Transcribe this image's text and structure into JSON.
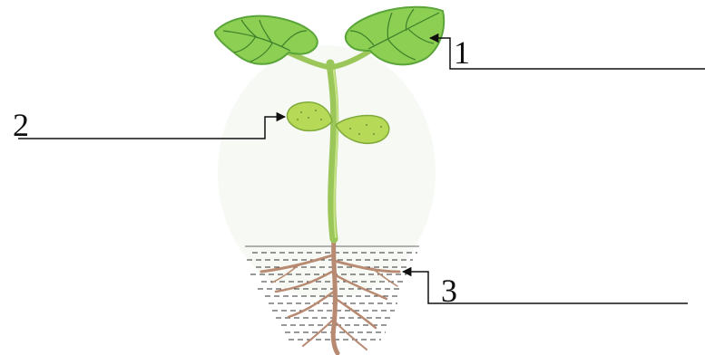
{
  "labels": {
    "one": "1",
    "two": "2",
    "three": "3"
  },
  "parts": {
    "leaves": "leaf",
    "cotyledons": "cotyledon",
    "root": "root",
    "stem": "stem",
    "soil": "soil"
  },
  "colors": {
    "leaf_fill": "#8ccf52",
    "leaf_dark": "#5aa43a",
    "vein": "#3d7f2b",
    "cotyledon_fill": "#b6d957",
    "stem": "#9bc65a",
    "root": "#b98a72",
    "soil_line": "#444444",
    "arrow": "#111111"
  }
}
